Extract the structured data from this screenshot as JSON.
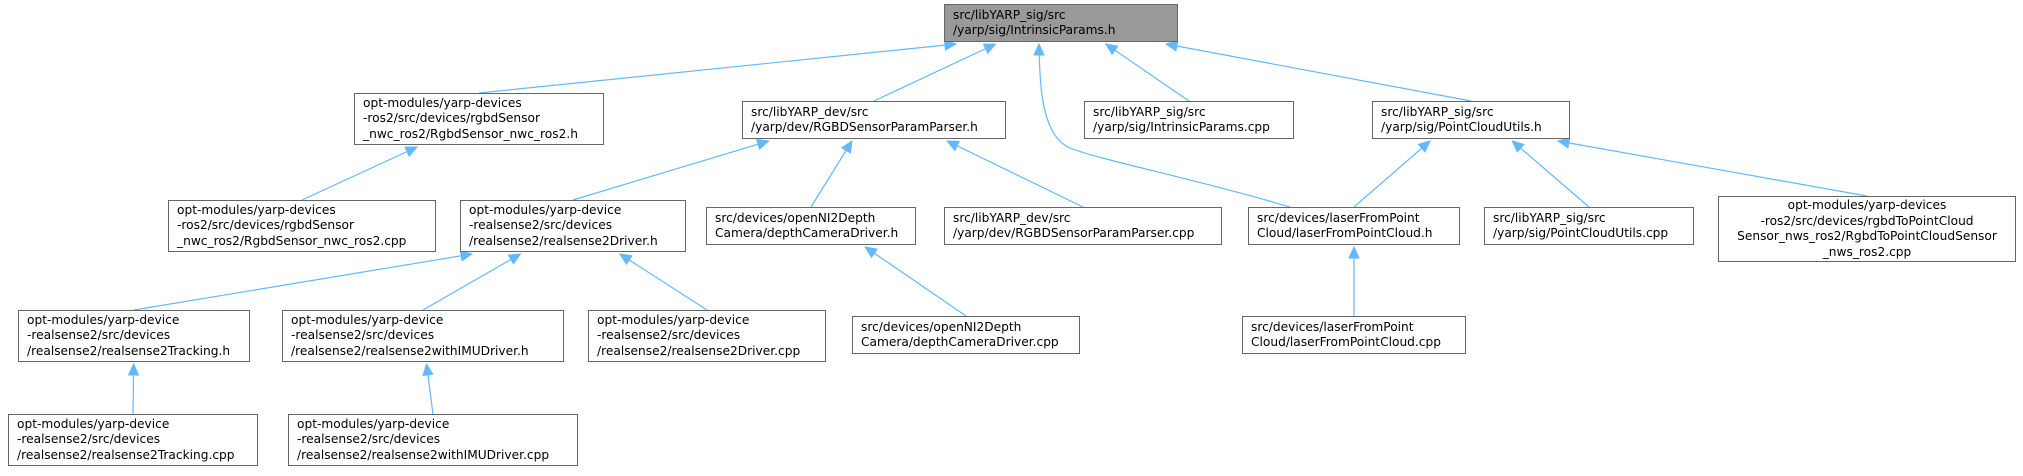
{
  "colors": {
    "edge": "#63b8ff",
    "node_border": "#666666",
    "root_fill": "#999999",
    "node_fill": "#ffffff"
  },
  "nodes": [
    {
      "id": "intrinsic_h",
      "role": "root",
      "lines": [
        "src/libYARP_sig/src",
        "/yarp/sig/IntrinsicParams.h"
      ]
    },
    {
      "id": "rgbd_nwc_h",
      "lines": [
        "opt-modules/yarp-devices",
        "-ros2/src/devices/rgbdSensor",
        "_nwc_ros2/RgbdSensor_nwc_ros2.h"
      ]
    },
    {
      "id": "rgbd_parser_h",
      "lines": [
        "src/libYARP_dev/src",
        "/yarp/dev/RGBDSensorParamParser.h"
      ]
    },
    {
      "id": "intrinsic_cpp",
      "lines": [
        "src/libYARP_sig/src",
        "/yarp/sig/IntrinsicParams.cpp"
      ]
    },
    {
      "id": "pointcloud_h",
      "lines": [
        "src/libYARP_sig/src",
        "/yarp/sig/PointCloudUtils.h"
      ]
    },
    {
      "id": "rgbd_nwc_cpp",
      "lines": [
        "opt-modules/yarp-devices",
        "-ros2/src/devices/rgbdSensor",
        "_nwc_ros2/RgbdSensor_nwc_ros2.cpp"
      ]
    },
    {
      "id": "rs2driver_h",
      "lines": [
        "opt-modules/yarp-device",
        "-realsense2/src/devices",
        "/realsense2/realsense2Driver.h"
      ]
    },
    {
      "id": "depthcam_h",
      "lines": [
        "src/devices/openNI2Depth",
        "Camera/depthCameraDriver.h"
      ]
    },
    {
      "id": "rgbd_parser_cpp",
      "lines": [
        "src/libYARP_dev/src",
        "/yarp/dev/RGBDSensorParamParser.cpp"
      ]
    },
    {
      "id": "laser_h",
      "lines": [
        "src/devices/laserFromPoint",
        "Cloud/laserFromPointCloud.h"
      ]
    },
    {
      "id": "pointcloud_cpp",
      "lines": [
        "src/libYARP_sig/src",
        "/yarp/sig/PointCloudUtils.cpp"
      ]
    },
    {
      "id": "rgbd2pc_cpp",
      "lines": [
        "opt-modules/yarp-devices",
        "-ros2/src/devices/rgbdToPointCloud",
        "Sensor_nws_ros2/RgbdToPointCloudSensor",
        "_nws_ros2.cpp"
      ]
    },
    {
      "id": "rs2tracking_h",
      "lines": [
        "opt-modules/yarp-device",
        "-realsense2/src/devices",
        "/realsense2/realsense2Tracking.h"
      ]
    },
    {
      "id": "rs2imu_h",
      "lines": [
        "opt-modules/yarp-device",
        "-realsense2/src/devices",
        "/realsense2/realsense2withIMUDriver.h"
      ]
    },
    {
      "id": "rs2driver_cpp",
      "lines": [
        "opt-modules/yarp-device",
        "-realsense2/src/devices",
        "/realsense2/realsense2Driver.cpp"
      ]
    },
    {
      "id": "depthcam_cpp",
      "lines": [
        "src/devices/openNI2Depth",
        "Camera/depthCameraDriver.cpp"
      ]
    },
    {
      "id": "laser_cpp",
      "lines": [
        "src/devices/laserFromPoint",
        "Cloud/laserFromPointCloud.cpp"
      ]
    },
    {
      "id": "rs2tracking_cpp",
      "lines": [
        "opt-modules/yarp-device",
        "-realsense2/src/devices",
        "/realsense2/realsense2Tracking.cpp"
      ]
    },
    {
      "id": "rs2imu_cpp",
      "lines": [
        "opt-modules/yarp-device",
        "-realsense2/src/devices",
        "/realsense2/realsense2withIMUDriver.cpp"
      ]
    }
  ],
  "edges": [
    [
      "rgbd_nwc_h",
      "intrinsic_h"
    ],
    [
      "rgbd_parser_h",
      "intrinsic_h"
    ],
    [
      "intrinsic_cpp",
      "intrinsic_h"
    ],
    [
      "pointcloud_h",
      "intrinsic_h"
    ],
    [
      "laser_h",
      "intrinsic_h"
    ],
    [
      "rgbd_nwc_cpp",
      "rgbd_nwc_h"
    ],
    [
      "rs2driver_h",
      "rgbd_parser_h"
    ],
    [
      "depthcam_h",
      "rgbd_parser_h"
    ],
    [
      "rgbd_parser_cpp",
      "rgbd_parser_h"
    ],
    [
      "laser_h",
      "pointcloud_h"
    ],
    [
      "pointcloud_cpp",
      "pointcloud_h"
    ],
    [
      "rgbd2pc_cpp",
      "pointcloud_h"
    ],
    [
      "rs2tracking_h",
      "rs2driver_h"
    ],
    [
      "rs2imu_h",
      "rs2driver_h"
    ],
    [
      "rs2driver_cpp",
      "rs2driver_h"
    ],
    [
      "depthcam_cpp",
      "depthcam_h"
    ],
    [
      "laser_cpp",
      "laser_h"
    ],
    [
      "rs2tracking_cpp",
      "rs2tracking_h"
    ],
    [
      "rs2imu_cpp",
      "rs2imu_h"
    ]
  ]
}
